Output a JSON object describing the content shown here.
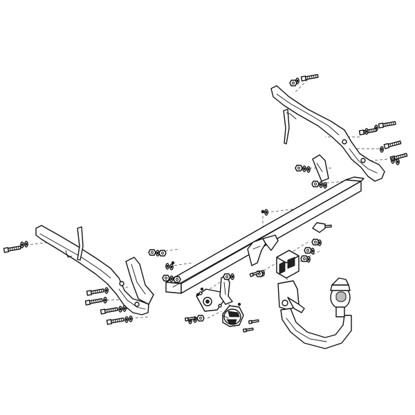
{
  "diagram": {
    "type": "exploded-assembly",
    "colors": {
      "line": "#111111",
      "background": "#ffffff",
      "shade": "#bdbdbd"
    },
    "parts": [
      "right-side-bracket",
      "left-side-bracket",
      "crossbar",
      "crossbar-clamp-bracket",
      "towball-socket-block",
      "detachable-tow-neck",
      "electrical-socket-plate",
      "electrical-socket",
      "bolt-set-upper-right",
      "bolt-set-left",
      "nut-washer-sets"
    ]
  }
}
